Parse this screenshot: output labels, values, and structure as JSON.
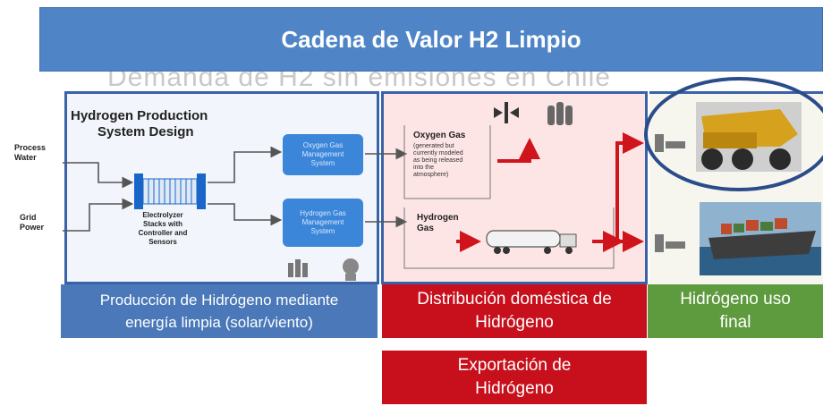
{
  "title": "Cadena de Valor H2 Limpio",
  "ghost_text": "Demanda de H2 sin emisiones en Chile",
  "production_panel": {
    "heading_line1": "Hydrogen Production",
    "heading_line2": "System Design",
    "input_water_1": "Process",
    "input_water_2": "Water",
    "input_power_1": "Grid",
    "input_power_2": "Power",
    "electrolyzer_1": "Electrolyzer",
    "electrolyzer_2": "Stacks with",
    "electrolyzer_3": "Controller and",
    "electrolyzer_4": "Sensors",
    "oxygen_system_1": "Oxygen Gas",
    "oxygen_system_2": "Management",
    "oxygen_system_3": "System",
    "hydrogen_system_1": "Hydrogen Gas",
    "hydrogen_system_2": "Management",
    "hydrogen_system_3": "System"
  },
  "distribution_panel": {
    "oxygen_title": "Oxygen Gas",
    "oxygen_note_1": "(generated but",
    "oxygen_note_2": "currently modeled",
    "oxygen_note_3": "as being released",
    "oxygen_note_4": "into the",
    "oxygen_note_5": "atmosphere)",
    "hydrogen_1": "Hydrogen",
    "hydrogen_2": "Gas"
  },
  "labels": {
    "production_1": "Producción de Hidrógeno mediante",
    "production_2": "energía limpia (solar/viento)",
    "distribution_1": "Distribución doméstica de",
    "distribution_2": "Hidrógeno",
    "final_use_1": "Hidrógeno uso",
    "final_use_2": "final",
    "export_1": "Exportación de",
    "export_2": "Hidrógeno"
  },
  "colors": {
    "banner": "#4f85c6",
    "production": "#4a78b8",
    "distribution": "#c8101c",
    "final_use": "#5e9a3e",
    "highlight_ellipse": "#2a4c8a"
  }
}
